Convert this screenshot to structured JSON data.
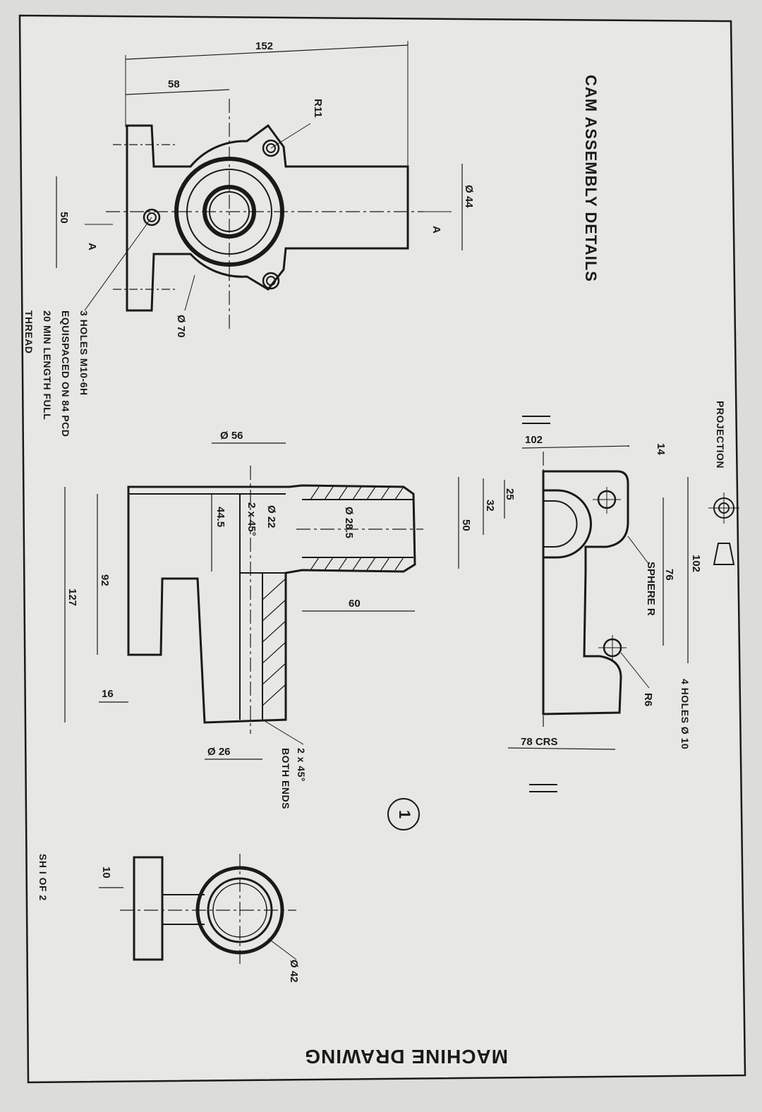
{
  "title": "CAM ASSEMBLY DETAILS",
  "footer_title": "MACHINE DRAWING",
  "projection_label": "PROJECTION",
  "sheet_label": "SH I OF 2",
  "part_number": "1",
  "dimensions": {
    "d152": "152",
    "d58": "58",
    "r11": "R11",
    "dia44": "Ø 44",
    "d50_top": "50",
    "sec_a1": "A",
    "sec_a2": "A",
    "dia70": "Ø 70",
    "holes_note_1": "3 HOLES M10-6H",
    "holes_note_2": "EQUISPACED ON 84 PCD",
    "holes_note_3": "20 MIN LENGTH FULL",
    "holes_note_4": "THREAD",
    "dia56": "Ø 56",
    "dia22": "Ø 22",
    "chamfer_2x45_a": "2 x 45°",
    "d44_5": "44.5",
    "dia28_5": "Ø 28.5",
    "d60": "60",
    "d92": "92",
    "d127": "127",
    "d16": "16",
    "dia26": "Ø 26",
    "chamfer_2x45_b": "2 x 45°",
    "both_ends": "BOTH ENDS",
    "d102_left": "102",
    "d14": "14",
    "d102_right": "102",
    "d76": "76",
    "sphere_r": "SPHERE R",
    "d25": "25",
    "d32": "32",
    "d50_right": "50",
    "holes4": "4 HOLES Ø 10",
    "r6": "R6",
    "crs78": "78 CRS",
    "d10": "10",
    "dia42": "Ø 42"
  },
  "colors": {
    "paper": "#e6e7e3",
    "ink": "#1a1a1a",
    "background": "#d8d9d4"
  }
}
